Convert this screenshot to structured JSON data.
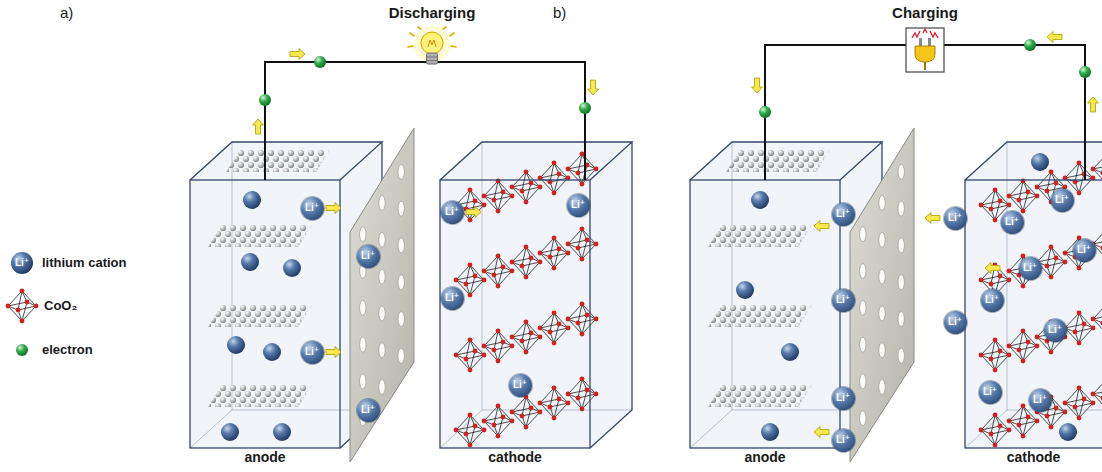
{
  "diagram": {
    "nodes": [
      {
        "text": [
          "anode"
        ]
      },
      {
        "text": [
          "Li⁺"
        ],
        "in": 0
      },
      {
        "text": [
          "Li⁺"
        ],
        "in": 0
      },
      {
        "text": [
          "Li⁺"
        ]
      },
      {
        "text": [
          "Li⁺"
        ]
      },
      {
        "text": [
          "cathode"
        ]
      },
      {
        "text": [
          "Li⁺"
        ],
        "in": 5
      },
      {
        "text": [
          "Li⁺"
        ],
        "in": 5
      },
      {
        "text": [
          "Li⁺"
        ],
        "in": 5
      },
      {
        "text": [
          "Li⁺"
        ],
        "in": 5
      },
      {
        "text": [
          "anode"
        ]
      },
      {
        "text": [
          "Li⁺"
        ]
      },
      {
        "text": [
          "Li⁺"
        ]
      },
      {
        "text": [
          "Li⁺"
        ]
      },
      {
        "text": [
          "Li⁺"
        ]
      },
      {
        "text": [
          "Li⁺"
        ]
      },
      {
        "text": [
          "Li⁺"
        ]
      },
      {
        "text": [
          "cathode"
        ]
      },
      {
        "text": [
          "Li⁺"
        ],
        "in": 17
      },
      {
        "text": [
          "Li⁺"
        ],
        "in": 17
      },
      {
        "text": [
          "Li⁺"
        ],
        "in": 17
      },
      {
        "text": [
          "Li⁺"
        ],
        "in": 17
      },
      {
        "text": [
          "Li⁺"
        ],
        "in": 17
      },
      {
        "text": [
          "Li⁺"
        ],
        "in": 17
      },
      {
        "text": [
          "Li⁺"
        ],
        "in": 17
      },
      {
        "text": [
          "Li⁺"
        ],
        "in": 17
      }
    ],
    "edges": [
      {
        "from": 0,
        "to": 5,
        "arrow": "none"
      },
      {
        "from": 10,
        "to": 17,
        "arrow": "none"
      }
    ],
    "labels": [
      "a)",
      "Discharging",
      "b)",
      "Charging",
      "Li⁺"
    ],
    "legend": [
      {
        "text": "lithium cation"
      },
      {
        "text": "CoO₂"
      },
      {
        "text": "electron"
      }
    ]
  }
}
